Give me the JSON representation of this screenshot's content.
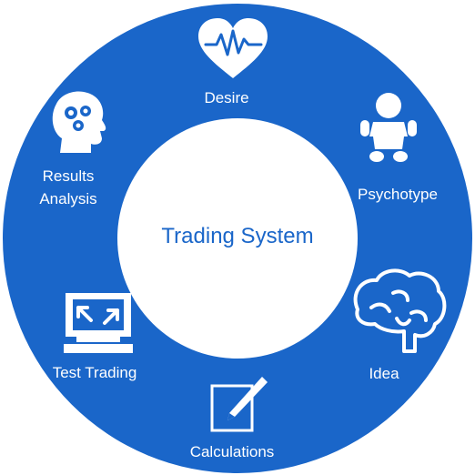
{
  "diagram": {
    "center_title": "Trading System",
    "colors": {
      "ring": "#1a66c9",
      "icon": "#ffffff",
      "center_text": "#1a66c9",
      "background": "#ffffff"
    },
    "stages": [
      {
        "label": "Desire",
        "icon": "heart-pulse-icon"
      },
      {
        "label": "Psychotype",
        "icon": "baby-icon"
      },
      {
        "label": "Idea",
        "icon": "brain-icon"
      },
      {
        "label": "Calculations",
        "icon": "pencil-edit-icon"
      },
      {
        "label": "Test Trading",
        "icon": "computer-monitor-icon"
      },
      {
        "label_line1": "Results",
        "label_line2": "Analysis",
        "icon": "head-gears-icon"
      }
    ]
  }
}
